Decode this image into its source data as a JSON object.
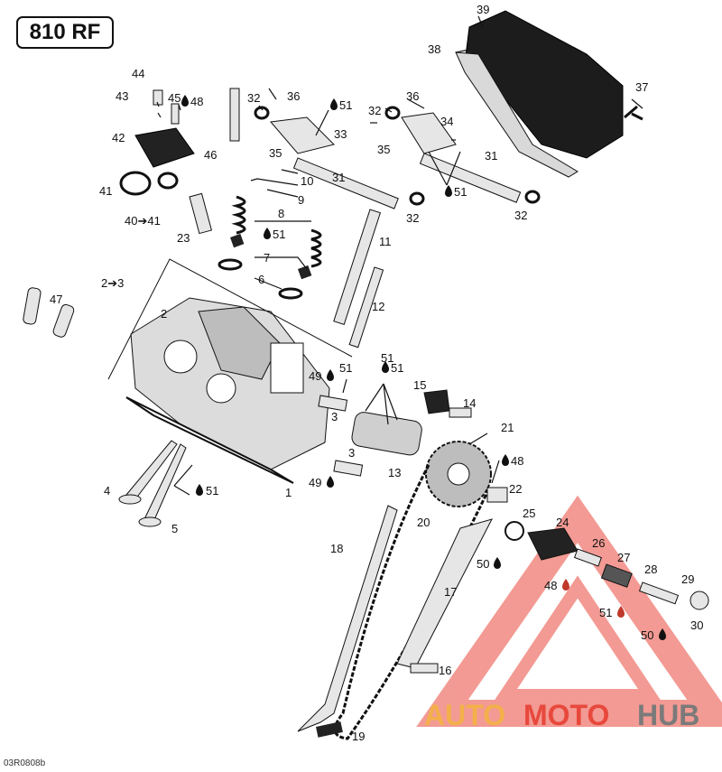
{
  "title": "810 RF",
  "reference": "03R0808b",
  "watermark": {
    "part1": "AUTO",
    "part2": "MOTO",
    "part3": "HUB",
    "color_orange": "#f3b04a",
    "color_red": "#e8483c",
    "color_gray": "#7a7a7a"
  },
  "part_labels": [
    "1",
    "2",
    "2➔3",
    "3",
    "3",
    "4",
    "5",
    "6",
    "7",
    "8",
    "9",
    "10",
    "11",
    "12",
    "13",
    "14",
    "15",
    "16",
    "17",
    "18",
    "19",
    "20",
    "21",
    "22",
    "23",
    "24",
    "25",
    "26",
    "27",
    "28",
    "29",
    "30",
    "31",
    "31",
    "32",
    "32",
    "32",
    "32",
    "33",
    "34",
    "35",
    "35",
    "36",
    "36",
    "37",
    "38",
    "39",
    "40➔41",
    "41",
    "42",
    "43",
    "44",
    "45",
    "47",
    "46"
  ],
  "lube_labels": [
    "48",
    "51",
    "51",
    "51",
    "51",
    "51",
    "49",
    "51",
    "49",
    "51",
    "48",
    "50",
    "48",
    "51",
    "50"
  ]
}
